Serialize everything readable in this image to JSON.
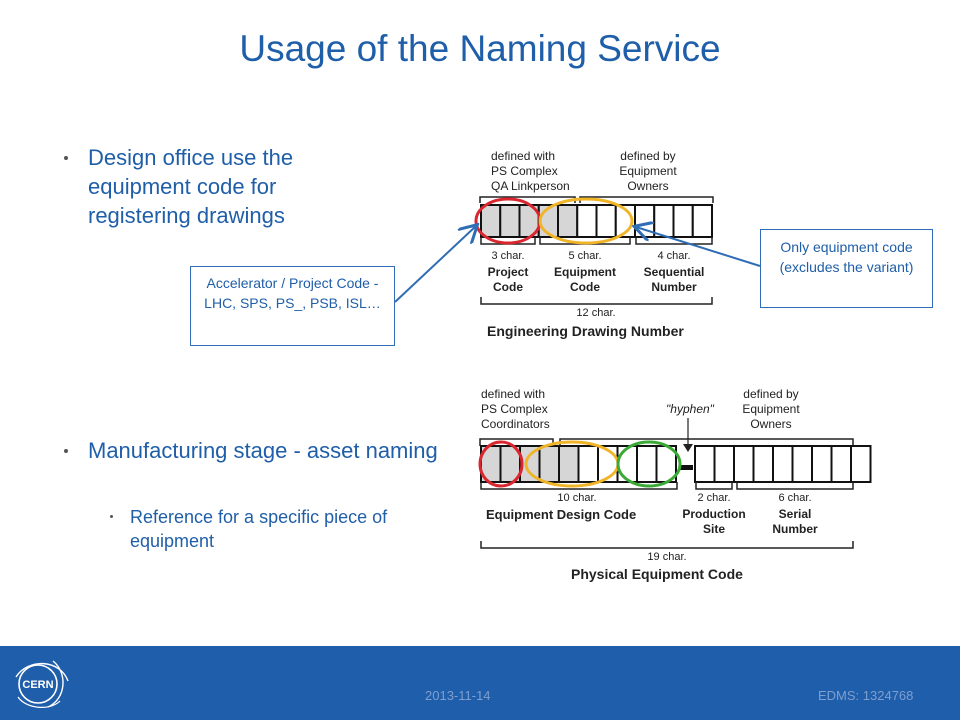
{
  "title": "Usage of the Naming Service",
  "bullets": {
    "b1": "Design office use the equipment code for registering drawings",
    "b2": "Manufacturing stage - asset naming",
    "b3": "Reference for a specific piece of equipment"
  },
  "callouts": {
    "accelerator": "Accelerator / Project Code - LHC, SPS, PS_, PSB, ISL…",
    "only_equipment": "Only equipment code (excludes the variant)"
  },
  "drawing": {
    "defined_ps_1": "defined with",
    "defined_ps_2": "PS Complex",
    "defined_ps_3": "QA Linkperson",
    "defined_owner_1": "defined by",
    "defined_owner_2": "Equipment",
    "defined_owner_3": "Owners",
    "char3": "3 char.",
    "char5": "5 char.",
    "char4": "4 char.",
    "project_1": "Project",
    "project_2": "Code",
    "equip_1": "Equipment",
    "equip_2": "Code",
    "seq_1": "Sequential",
    "seq_2": "Number",
    "char12": "12 char.",
    "name": "Engineering Drawing Number"
  },
  "physical": {
    "defined_ps_1": "defined with",
    "defined_ps_2": "PS Complex",
    "defined_ps_3": "Coordinators",
    "hyphen": "\"hyphen\"",
    "defined_owner_1": "defined by",
    "defined_owner_2": "Equipment",
    "defined_owner_3": "Owners",
    "char10": "10 char.",
    "char2": "2 char.",
    "char6": "6 char.",
    "design_code": "Equipment Design Code",
    "prod_1": "Production",
    "prod_2": "Site",
    "serial_1": "Serial",
    "serial_2": "Number",
    "char19": "19 char.",
    "name": "Physical Equipment Code"
  },
  "footer": {
    "logo_text": "CERN",
    "date": "2013-11-14",
    "edms": "EDMS: 1324768"
  },
  "colors": {
    "title": "#1f5ea8",
    "footer": "#1f5eaa",
    "red": "#d9262f",
    "yellow": "#f0b429",
    "green": "#3aa935",
    "arrow": "#2f6db5"
  }
}
